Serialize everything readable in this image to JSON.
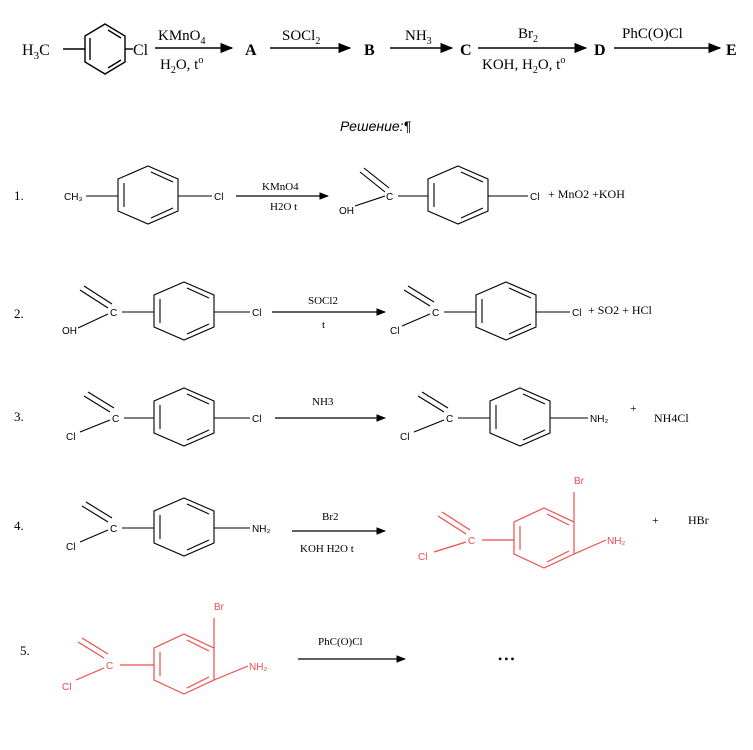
{
  "header": {
    "start_prefix": "H",
    "start_sub": "3",
    "start_suffix": "C",
    "start_cl": "Cl",
    "arrow1_top_main": "KMnO",
    "arrow1_top_sub": "4",
    "arrow1_bottom_a": "H",
    "arrow1_bottom_sub": "2",
    "arrow1_bottom_b": "O, t",
    "arrow1_bottom_deg": "o",
    "letter_a": "A",
    "arrow2_top_main": "SOCl",
    "arrow2_top_sub": "2",
    "letter_b": "B",
    "arrow3_top_main": "NH",
    "arrow3_top_sub": "3",
    "letter_c": "C",
    "arrow4_top_main": "Br",
    "arrow4_top_sub": "2",
    "arrow4_bottom_a": "KOH, H",
    "arrow4_bottom_sub": "2",
    "arrow4_bottom_b": "O, t",
    "arrow4_bottom_deg": "o",
    "letter_d": "D",
    "arrow5_top": "PhC(O)Cl",
    "letter_e": "E"
  },
  "solution_title": "Решение:¶",
  "steps": [
    {
      "number": "1.",
      "left_ch3": "CH₃",
      "left_cl": "Cl",
      "reagent_top": "KMnO4",
      "reagent_bottom": "H2O   t",
      "prod_oh": "OH",
      "prod_c": "C",
      "prod_cl": "Cl",
      "byproducts": "+  MnO2  +KOH"
    },
    {
      "number": "2.",
      "left_oh": "OH",
      "left_c": "C",
      "left_cl": "Cl",
      "reagent_top": "SOCl2",
      "reagent_bottom": "t",
      "prod_cl_acyl": "Cl",
      "prod_c": "C",
      "prod_cl": "Cl",
      "byproducts": "+ SO2 +  HCl"
    },
    {
      "number": "3.",
      "left_cl_acyl": "Cl",
      "left_c": "C",
      "left_cl": "Cl",
      "reagent_top": "NH3",
      "prod_cl_acyl": "Cl",
      "prod_c": "C",
      "prod_nh2": "NH₂",
      "plus": "+",
      "byproduct": "NH4Cl"
    },
    {
      "number": "4.",
      "left_cl_acyl": "Cl",
      "left_c": "C",
      "left_nh2": "NH₂",
      "reagent_top": "Br2",
      "reagent_bottom": "KOH    H2O   t",
      "prod_br": "Br",
      "prod_cl_acyl": "Cl",
      "prod_c": "C",
      "prod_nh2": "NH₂",
      "plus": "+",
      "byproduct": "HBr"
    },
    {
      "number": "5.",
      "left_br": "Br",
      "left_cl_acyl": "Cl",
      "left_c": "C",
      "left_nh2": "NH₂",
      "reagent_top": "PhC(O)Cl",
      "ellipsis": "•••"
    }
  ],
  "colors": {
    "ink": "#000000",
    "highlight": "#ef4b4b"
  }
}
